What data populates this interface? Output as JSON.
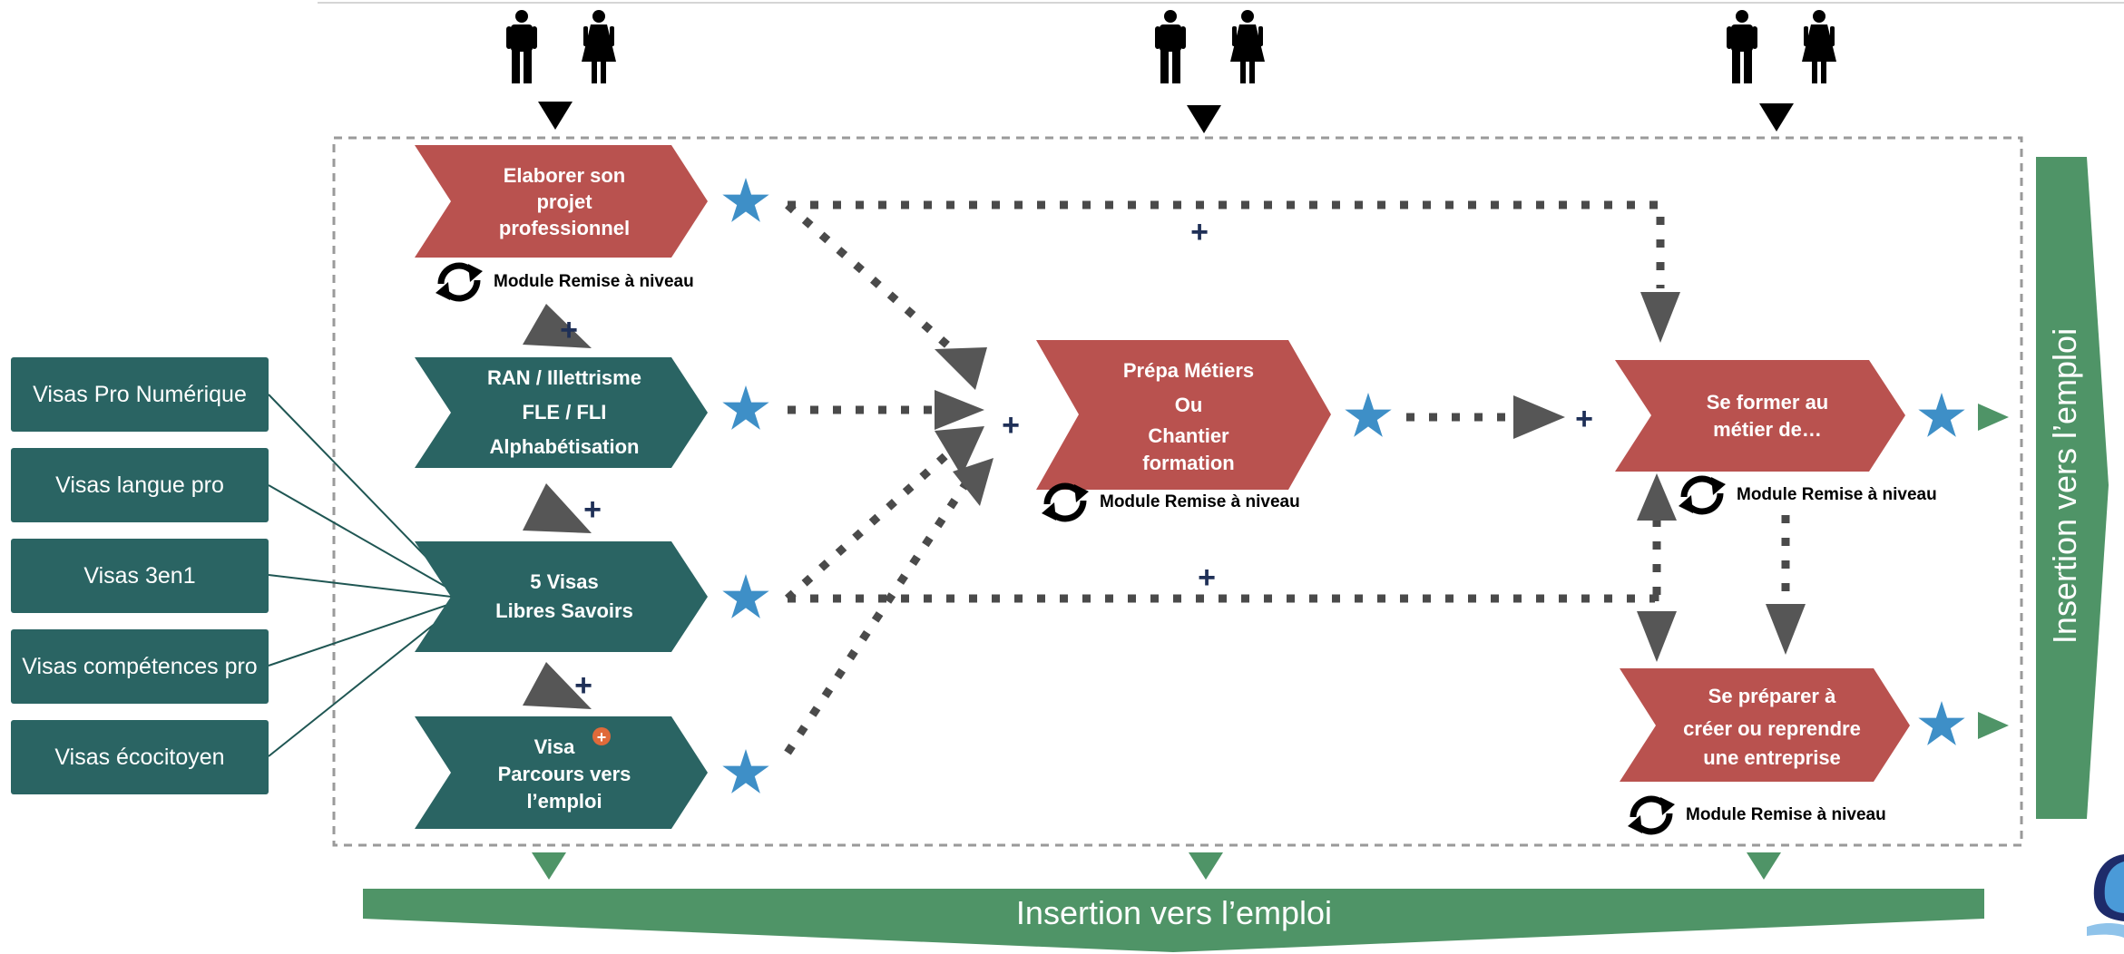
{
  "visas_list": [
    "Visas Pro Numérique",
    "Visas langue pro",
    "Visas 3en1",
    "Visas compétences pro",
    "Visas écocitoyen"
  ],
  "left_column": {
    "elaborer": [
      "Elaborer son",
      "projet",
      "professionnel"
    ],
    "ran": [
      "RAN / Illettrisme",
      "FLE / FLI",
      "Alphabétisation"
    ],
    "visas_libres": [
      "5 Visas",
      "Libres Savoirs"
    ],
    "visa_parcours": {
      "line1": "Visa",
      "line2": "Parcours vers",
      "line3": "l’emploi"
    }
  },
  "middle": {
    "prepa": [
      "Prépa Métiers",
      "Ou",
      "Chantier",
      "formation"
    ]
  },
  "right_column": {
    "se_former": [
      "Se former au",
      "métier de…"
    ],
    "se_preparer": [
      "Se préparer à",
      "créer ou reprendre",
      "une entreprise"
    ]
  },
  "module_label": "Module Remise à niveau",
  "plus_symbol": "+",
  "banner_bottom": "Insertion vers l’emploi",
  "banner_right": "Insertion vers l’emploi",
  "colors": {
    "teal": "#2a6463",
    "red": "#b9524f",
    "green": "#4f9467",
    "star_blue": "#3e8fc7",
    "dot_gray": "#4a4a4a",
    "plus_navy": "#1f3057"
  }
}
